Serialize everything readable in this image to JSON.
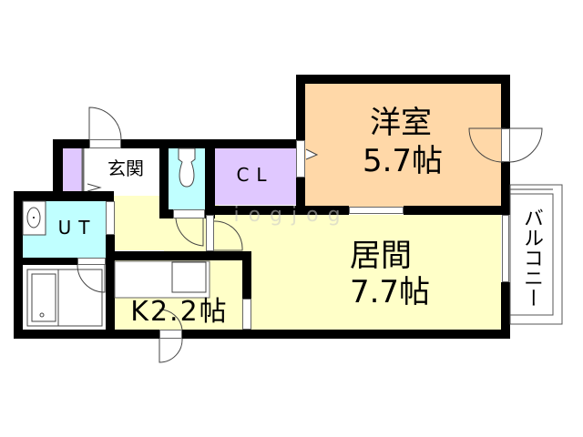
{
  "floorplan": {
    "rooms": {
      "western_room": {
        "name": "洋室",
        "size": "5.7帖",
        "color": "#FFD8A8"
      },
      "living_room": {
        "name": "居間",
        "size": "7.7帖",
        "color": "#FFFFC8"
      },
      "kitchen": {
        "name": "K",
        "size": "2.2帖",
        "label": "K2.2帖",
        "color": "#FFFFC8"
      },
      "closet": {
        "name": "CL",
        "color": "#E0C8FF"
      },
      "entrance": {
        "name": "玄関",
        "color": "#FFFFFF"
      },
      "utility": {
        "name": "UT",
        "color": "#C0FFFF"
      },
      "toilet": {
        "color": "#C0FFFF"
      },
      "bathroom": {
        "color": "#FFFFFF"
      },
      "shoe_closet": {
        "color": "#E0C8FF"
      }
    },
    "balcony": {
      "name": "バルコニー"
    },
    "watermark": "iogjog",
    "colors": {
      "wall": "#000000",
      "western_room": "#FFD8A8",
      "living": "#FFFFC8",
      "closet": "#E0C8FF",
      "wet_area": "#C0FFFF"
    }
  }
}
